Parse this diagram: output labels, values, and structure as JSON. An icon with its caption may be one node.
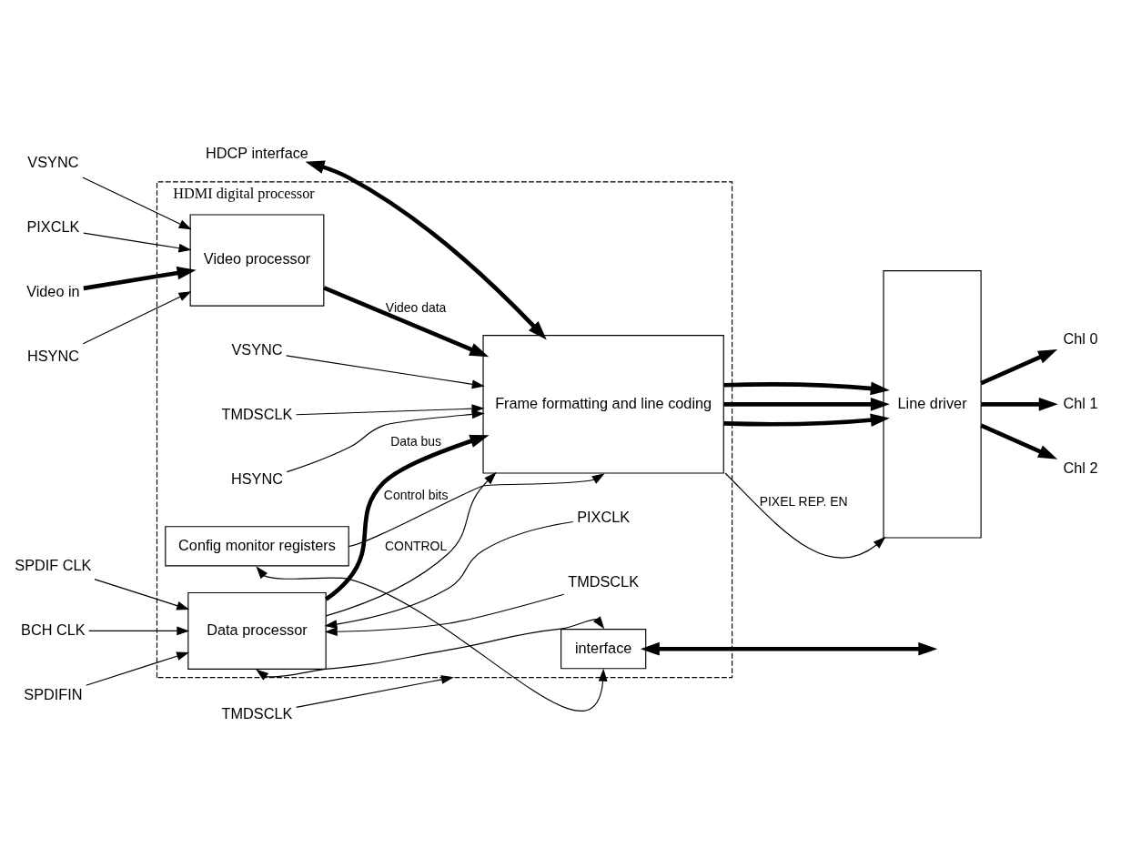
{
  "diagram": {
    "nodes": [
      {
        "text": [
          "HDMI digital processor"
        ]
      },
      {
        "text": [
          "Video processor"
        ],
        "in": 0
      },
      {
        "text": [
          "Frame formatting and line coding"
        ],
        "in": 0
      },
      {
        "text": [
          "Data processor"
        ],
        "in": 0
      },
      {
        "text": [
          "Config monitor registers"
        ],
        "in": 0
      },
      {
        "text": [
          "interface"
        ],
        "in": 0
      },
      {
        "text": [
          "Line driver"
        ]
      },
      {
        "text": [
          "HDCP interface"
        ]
      },
      {
        "text": [
          "Video in"
        ]
      },
      {
        "text": [
          "HSYNC"
        ]
      },
      {
        "text": [
          "VSYNC"
        ]
      },
      {
        "text": [
          "PIXCLK"
        ]
      },
      {
        "text": [
          "HSYNC"
        ],
        "in": 0
      },
      {
        "text": [
          "VSYNC"
        ],
        "in": 0
      },
      {
        "text": [
          "TMDSCLK"
        ],
        "in": 0
      },
      {
        "text": [
          "TMDSCLK"
        ],
        "in": 0
      },
      {
        "text": [
          "PIXCLK"
        ],
        "in": 0
      },
      {
        "text": [
          "SPDIFIN"
        ]
      },
      {
        "text": [
          "SPDIF CLK"
        ]
      },
      {
        "text": [
          "BCH CLK"
        ]
      },
      {
        "text": [
          "Chl 0"
        ]
      },
      {
        "text": [
          "Chl 1"
        ]
      },
      {
        "text": [
          "Chl 2"
        ]
      },
      {
        "text": [
          "TMDSCLK"
        ]
      }
    ],
    "edges": [
      {
        "from": 8,
        "to": 1,
        "arrow": "to",
        "style": "thick"
      },
      {
        "from": 9,
        "to": 1,
        "arrow": "to"
      },
      {
        "from": 10,
        "to": 1,
        "arrow": "to"
      },
      {
        "from": 11,
        "to": 1,
        "arrow": "to"
      },
      {
        "from": 1,
        "to": 2,
        "arrow": "to",
        "label": "Video data",
        "style": "thick"
      },
      {
        "from": 3,
        "to": 2,
        "arrow": "to",
        "label": "Data bus",
        "style": "thick"
      },
      {
        "from": 3,
        "to": 2,
        "arrow": "to",
        "label": "CONTROL"
      },
      {
        "from": 12,
        "to": 2,
        "arrow": "to"
      },
      {
        "from": 13,
        "to": 2,
        "arrow": "to"
      },
      {
        "from": 14,
        "to": 2,
        "arrow": "to"
      },
      {
        "from": 15,
        "to": 3,
        "arrow": "to"
      },
      {
        "from": 16,
        "to": 3,
        "arrow": "to"
      },
      {
        "from": 17,
        "to": 3,
        "arrow": "to"
      },
      {
        "from": 18,
        "to": 3,
        "arrow": "to"
      },
      {
        "from": 19,
        "to": 3,
        "arrow": "to"
      },
      {
        "from": 4,
        "to": 2,
        "arrow": "to",
        "label": "Control bits"
      },
      {
        "from": 3,
        "to": 5,
        "arrow": "both"
      },
      {
        "from": 4,
        "to": 5,
        "arrow": "both"
      },
      {
        "from": 5,
        "to": null,
        "arrow": "both",
        "style": "thick"
      },
      {
        "from": 7,
        "to": 2,
        "arrow": "both",
        "style": "thick"
      },
      {
        "from": 2,
        "to": 6,
        "arrow": "to",
        "style": "thick"
      },
      {
        "from": 2,
        "to": 6,
        "arrow": "to",
        "style": "thick"
      },
      {
        "from": 2,
        "to": 6,
        "arrow": "to",
        "style": "thick"
      },
      {
        "from": 2,
        "to": 6,
        "arrow": "to",
        "label": "PIXEL REP. EN"
      },
      {
        "from": 6,
        "to": 20,
        "arrow": "to",
        "style": "thick"
      },
      {
        "from": 6,
        "to": 21,
        "arrow": "to",
        "style": "thick"
      },
      {
        "from": 6,
        "to": 22,
        "arrow": "to",
        "style": "thick"
      },
      {
        "from": 23,
        "to": 0,
        "arrow": "to"
      }
    ]
  }
}
